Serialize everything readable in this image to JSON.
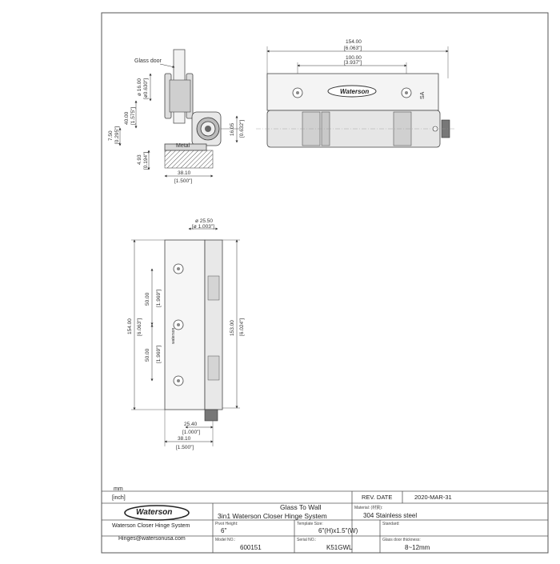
{
  "side_view": {
    "glass_door_label": "Glass door",
    "metal_label": "Metal",
    "dims": {
      "d1": "ø 16.00",
      "d1_in": "[ø0.630\"]",
      "d2": "40.00",
      "d2_in": "[1.575\"]",
      "d3": "7.50",
      "d3_in": "[0.295\"]",
      "d4": "4.93",
      "d4_in": "[0.194\"]",
      "d5": "16.05",
      "d5_in": "[0.632\"]",
      "d6": "38.10",
      "d6_in": "[1.500\"]"
    }
  },
  "top_view": {
    "dims": {
      "w1": "154.00",
      "w1_in": "[6.063\"]",
      "w2": "100.00",
      "w2_in": "[3.937\"]"
    },
    "logo_text": "Waterson",
    "sa_text": "SA"
  },
  "front_view": {
    "dims": {
      "dia": "ø 25.50",
      "dia_in": "[ø 1.003\"]",
      "h1": "154.00",
      "h1_in": "[6.063\"]",
      "h2": "153.00",
      "h2_in": "[6.024\"]",
      "s1": "50.00",
      "s1_in": "[1.969\"]",
      "s2": "50.00",
      "s2_in": "[1.969\"]",
      "b1": "25.40",
      "b1_in": "[1.000\"]",
      "b2": "38.10",
      "b2_in": "[1.500\"]"
    },
    "vertical_logo": "waterson"
  },
  "units": {
    "mm": "mm",
    "inch": "[inch]"
  },
  "title_block": {
    "logo": "Waterson",
    "company": "Waterson Closer Hinge System",
    "email": "Hinges@watersonusa.com",
    "rev_label": "REV. DATE",
    "rev_value": "2020-MAR-31",
    "title_line1": "Glass To Wall",
    "title_line2": "3in1 Waterson Closer Hinge System",
    "material_label": "Material: (材質):",
    "material_value": "304 Stainless steel",
    "pivot_label": "Pivot Height:",
    "pivot_value": "6\"",
    "template_label": "Template Size:",
    "template_value": "6\"(H)x1.5\"(W)",
    "standard_label": "Standard:",
    "standard_value": "",
    "model_label": "Model NO.:",
    "model_value": "600151",
    "serial_label": "Serial NO.:",
    "serial_value": "K51GWL",
    "thickness_label": "Glass door thickness:",
    "thickness_value": "8~12mm"
  }
}
